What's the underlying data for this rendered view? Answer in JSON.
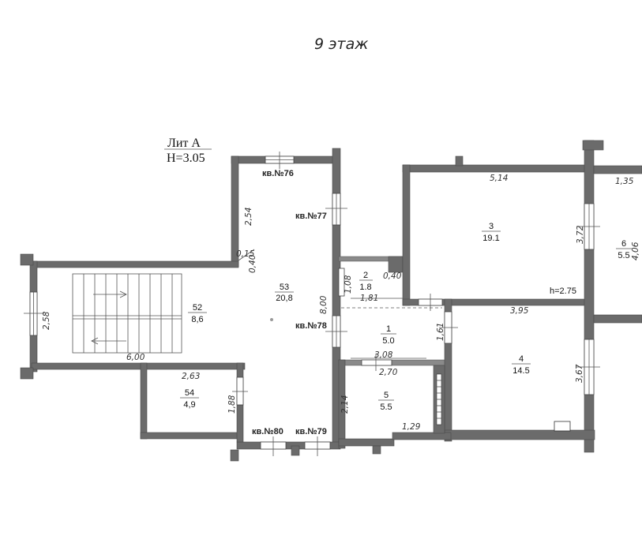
{
  "title": "9 этаж",
  "lit": {
    "line1": "Лит А",
    "line2": "Н=3.05"
  },
  "ceiling_height_label": "h=2.75",
  "apartments": {
    "a76": "кв.№76",
    "a77": "кв.№77",
    "a78": "кв.№78",
    "a79": "кв.№79",
    "a80": "кв.№80"
  },
  "rooms": {
    "r1": {
      "number": "1",
      "area": "5.0"
    },
    "r2": {
      "number": "2",
      "area": "1.8"
    },
    "r3": {
      "number": "3",
      "area": "19.1"
    },
    "r4": {
      "number": "4",
      "area": "14.5"
    },
    "r5": {
      "number": "5",
      "area": "5.5"
    },
    "r6": {
      "number": "6",
      "area": "5.5"
    },
    "r52": {
      "number": "52",
      "area": "8,6"
    },
    "r53": {
      "number": "53",
      "area": "20,8"
    },
    "r54": {
      "number": "54",
      "area": "4,9"
    }
  },
  "dimensions": {
    "d514": "5,14",
    "d135": "1,35",
    "d254": "2,54",
    "d015": "0,15",
    "d040a": "0,40",
    "d040b": "0,40",
    "d108": "1,08",
    "d181": "1,81",
    "d800": "8,00",
    "d372": "3,72",
    "d395": "3,95",
    "d161": "1,61",
    "d308": "3,08",
    "d270": "2,70",
    "d367": "3,67",
    "d258": "2,58",
    "d600": "6,00",
    "d263": "2,63",
    "d188": "1,88",
    "d214": "2,14",
    "d129": "1,29",
    "d406": "4,06"
  }
}
